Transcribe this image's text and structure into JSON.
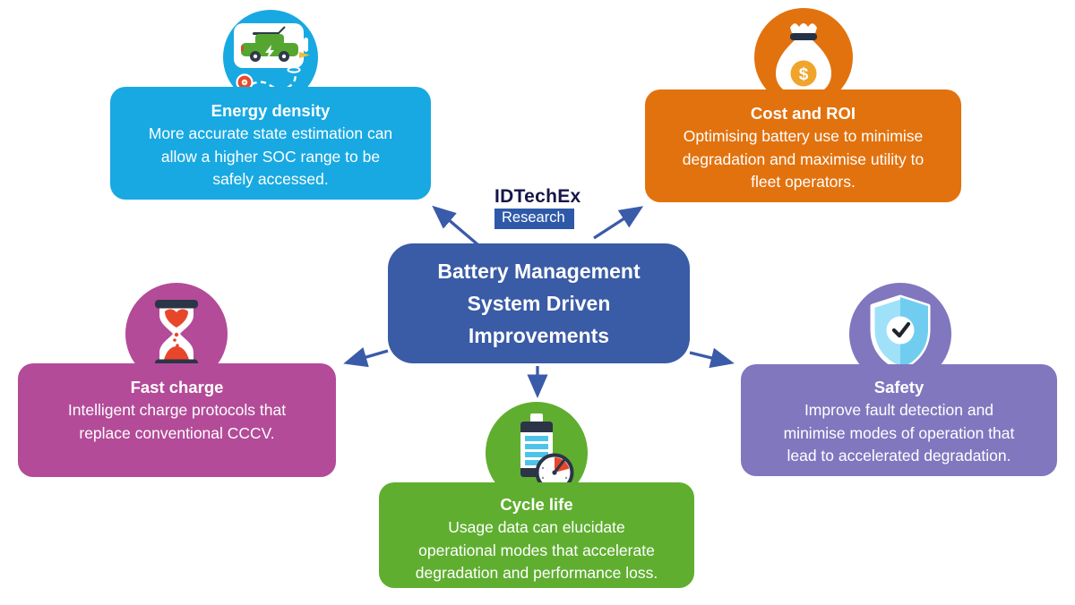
{
  "logo": {
    "brand": "IDTechEx",
    "sub": "Research"
  },
  "center": {
    "title": "Battery Management\nSystem Driven\nImprovements",
    "color": "#3A5BA5"
  },
  "arrow_color": "#3A5BA9",
  "nodes": [
    {
      "id": "energy-density",
      "title": "Energy density",
      "body": "More accurate state estimation can\nallow a higher SOC range to be\nsafely accessed.",
      "color": "#18A9E2",
      "icon": "ev-route-icon"
    },
    {
      "id": "cost-and-roi",
      "title": "Cost and ROI",
      "body": "Optimising battery use to minimise\ndegradation and maximise utility to\nfleet operators.",
      "color": "#E2720E",
      "icon": "money-bag-icon"
    },
    {
      "id": "fast-charge",
      "title": "Fast charge",
      "body": "Intelligent charge protocols that\nreplace conventional CCCV.",
      "color": "#B34B98",
      "icon": "hourglass-icon"
    },
    {
      "id": "cycle-life",
      "title": "Cycle life",
      "body": "Usage data can elucidate\noperational modes that accelerate\ndegradation and performance loss.",
      "color": "#5FAE30",
      "icon": "battery-gauge-icon"
    },
    {
      "id": "safety",
      "title": "Safety",
      "body": "Improve fault detection and\nminimise modes of operation that\nlead to accelerated degradation.",
      "color": "#8077BF",
      "icon": "shield-check-icon"
    }
  ]
}
